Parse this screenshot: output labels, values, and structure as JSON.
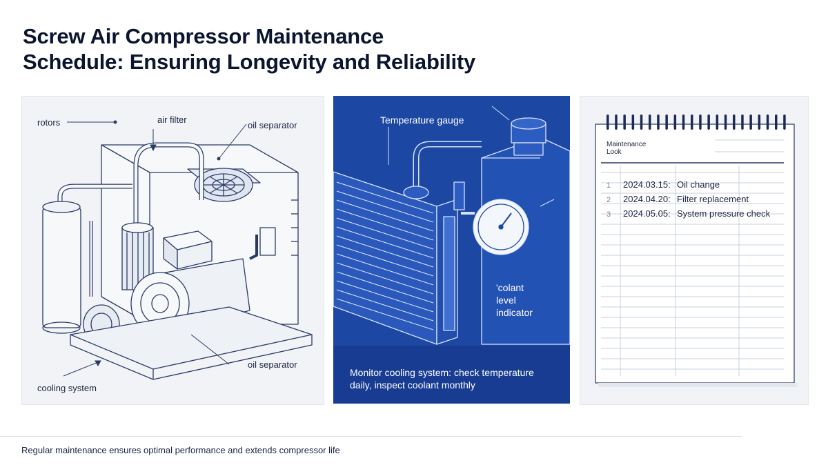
{
  "title_line1": "Screw Air Compressor Maintenance",
  "title_line2": "Schedule: Ensuring Longevity and Reliability",
  "panel1": {
    "labels": {
      "rotors": "rotors",
      "air_filter": "air filter",
      "oil_separator_top": "oil separator",
      "oil_separator_bottom": "oil separator",
      "cooling_system": "cooling system"
    }
  },
  "panel2": {
    "labels": {
      "temperature_gauge": "Temperature gauge",
      "coolant_line1": "'colant",
      "coolant_line2": "level",
      "coolant_line3": "indicator"
    },
    "callout": "Monitor cooling system: check temperature daily, inspect coolant monthly"
  },
  "panel3": {
    "notebook_title_line1": "Maintenance",
    "notebook_title_line2": "Look",
    "entries": [
      {
        "marker": "1",
        "date": "2024.03.15:",
        "task": "Oil change"
      },
      {
        "marker": "2",
        "date": "2024.04.20:",
        "task": "Filter replacement"
      },
      {
        "marker": "3",
        "date": "2024.05.05:",
        "task": "System pressure check"
      }
    ]
  },
  "footer": "Regular maintenance ensures optimal performance and extends compressor life",
  "colors": {
    "blueprint": "#1c47a3",
    "line": "#2a3a66",
    "panel_bg": "#f1f3f6"
  }
}
